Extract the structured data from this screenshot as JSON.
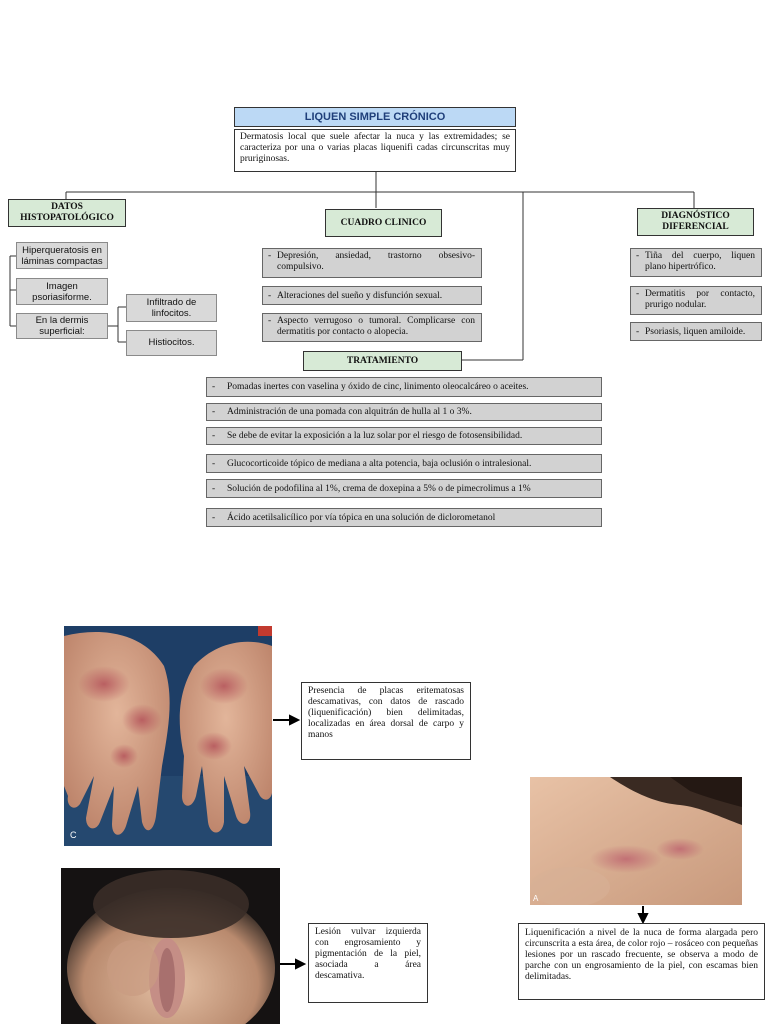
{
  "title": "LIQUEN SIMPLE CRÓNICO",
  "definition": "Dermatosis local que suele afectar la nuca y las extremidades; se caracteriza por una o varias placas liquenifi cadas circunscritas muy pruriginosas.",
  "histo": {
    "heading": "DATOS HISTOPATOLÓGICO",
    "items": [
      "Hiperqueratosis en láminas compactas",
      "Imagen psoriasiforme.",
      "En la dermis superficial:"
    ],
    "sub_items": [
      "Infiltrado de linfocitos.",
      "Histiocitos."
    ]
  },
  "clinico": {
    "heading": "CUADRO CLINICO",
    "items": [
      "Depresión, ansiedad, trastorno obsesivo-compulsivo.",
      "Alteraciones del sueño y disfunción sexual.",
      "Aspecto verrugoso o tumoral. Complicarse con dermatitis por contacto o alopecia."
    ]
  },
  "diagnostico": {
    "heading": "DIAGNÓSTICO DIFERENCIAL",
    "items": [
      "Tiña del cuerpo, liquen plano hipertrófico.",
      "Dermatitis por contacto, prurigo nodular.",
      "Psoriasis, liquen amiloide."
    ]
  },
  "tratamiento": {
    "heading": "TRATAMIENTO",
    "items": [
      "Pomadas inertes con vaselina y óxido de cinc, linimento oleocalcáreo o aceites.",
      "Administración de una pomada con alquitrán de hulla al 1 o 3%.",
      "Se debe de evitar la exposición a la luz solar por el riesgo de fotosensibilidad.",
      "Glucocorticoide tópico de mediana a alta potencia, baja oclusión o intralesional.",
      "Solución de podofilina al 1%, crema de doxepina a 5% o de pimecrolimus a 1%",
      "Ácido acetilsalicílico por vía tópica en una solución de diclorometanol"
    ]
  },
  "dash": "-",
  "photos": {
    "hands_caption": "Presencia de placas eritematosas descamativas, con datos de rascado (liquenificación) bien delimitadas, localizadas en área dorsal de carpo y manos",
    "hands_letter": "C",
    "neck_caption": "Liquenificación a nivel de la nuca de forma alargada pero circunscrita a esta área, de color rojo – rosáceo con pequeñas lesiones por un rascado frecuente, se observa a modo de parche con un engrosamiento de la piel, con escamas bien delimitadas.",
    "neck_letter": "A",
    "vulvar_caption": "Lesión vulvar izquierda con engrosamiento y pigmentación de la piel, asociada a área descamativa."
  }
}
